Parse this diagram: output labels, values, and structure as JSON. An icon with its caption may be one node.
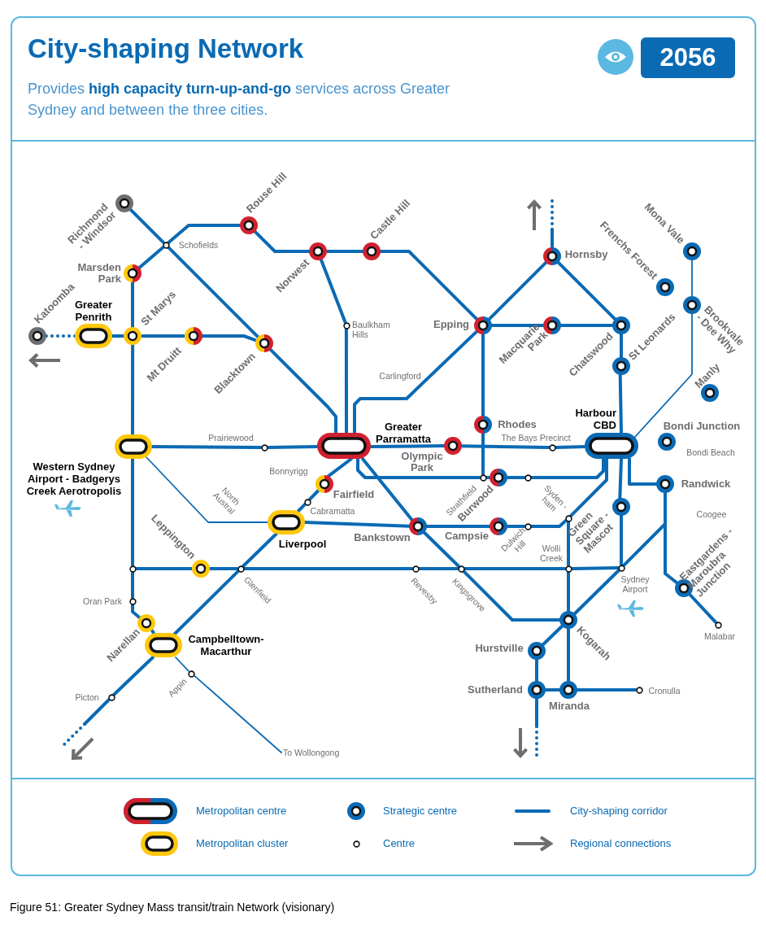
{
  "diagram": {
    "title": "City-shaping Network",
    "caption": "Figure 51: Greater Sydney Mass transit/train Network (visionary)",
    "nodes": [
      {
        "text": [
          "Richmond - Windsor"
        ]
      },
      {
        "text": [
          "Schofields"
        ]
      },
      {
        "text": [
          "Rouse Hill"
        ]
      },
      {
        "text": [
          "Norwest"
        ]
      },
      {
        "text": [
          "Castle Hill"
        ]
      },
      {
        "text": [
          "Marsden Park"
        ]
      },
      {
        "text": [
          "Katoomba"
        ]
      },
      {
        "text": [
          "Greater Penrith"
        ]
      },
      {
        "text": [
          "St Marys"
        ]
      },
      {
        "text": [
          "Mt Druitt"
        ]
      },
      {
        "text": [
          "Blacktown"
        ]
      },
      {
        "text": [
          "Baulkham Hills"
        ]
      },
      {
        "text": [
          "Hornsby"
        ]
      },
      {
        "text": [
          "Frenchs Forest"
        ]
      },
      {
        "text": [
          "Mona Vale"
        ]
      },
      {
        "text": [
          "Epping"
        ]
      },
      {
        "text": [
          "Macquarie Park"
        ]
      },
      {
        "text": [
          "Chatswood"
        ]
      },
      {
        "text": [
          "Brookvale - Dee Why"
        ]
      },
      {
        "text": [
          "St Leonards"
        ]
      },
      {
        "text": [
          "Manly"
        ]
      },
      {
        "text": [
          "Rhodes"
        ]
      },
      {
        "text": [
          "Harbour CBD"
        ]
      },
      {
        "text": [
          "Bondi Junction"
        ]
      },
      {
        "text": [
          "Greater Parramatta"
        ]
      },
      {
        "text": [
          "Western Sydney Airport - Badgerys Creek Aerotropolis"
        ]
      },
      {
        "text": [
          "Prairiewood"
        ]
      },
      {
        "text": [
          "Olympic Park"
        ]
      },
      {
        "text": [
          "The Bays Precinct"
        ]
      },
      {
        "text": [
          "Fairfield"
        ]
      },
      {
        "text": [
          "Cabramatta"
        ]
      },
      {
        "text": [
          "Strathfield"
        ]
      },
      {
        "text": [
          "Burwood"
        ]
      },
      {
        "text": [],
        "shape": "circle"
      },
      {
        "text": [
          "Randwick"
        ]
      },
      {
        "text": [
          "Liverpool"
        ]
      },
      {
        "text": [
          "Syden -ham"
        ]
      },
      {
        "text": [
          "Green Square - Mascot"
        ]
      },
      {
        "text": [
          "Bankstown"
        ]
      },
      {
        "text": [
          "Campsie"
        ]
      },
      {
        "text": [
          "Dulwich Hill"
        ]
      },
      {
        "text": [
          "Wolli Creek"
        ]
      },
      {
        "text": [],
        "shape": "circle"
      },
      {
        "text": [
          "Leppington"
        ]
      },
      {
        "text": [
          "Glenfield"
        ]
      },
      {
        "text": [
          "Revesby"
        ]
      },
      {
        "text": [
          "Kingsgrove"
        ]
      },
      {
        "text": [
          "Sydney Airport"
        ]
      },
      {
        "text": [
          "Eastgardens -Maroubra Junction"
        ]
      },
      {
        "text": [
          "Malabar"
        ]
      },
      {
        "text": [
          "Oran Park"
        ]
      },
      {
        "text": [
          "Narellan"
        ]
      },
      {
        "text": [
          "Kogarah"
        ]
      },
      {
        "text": [
          "Campbelltown- Macarthur"
        ]
      },
      {
        "text": [
          "Hurstville"
        ]
      },
      {
        "text": [
          "Appin"
        ]
      },
      {
        "text": [
          "Sutherland"
        ]
      },
      {
        "text": [
          "Miranda"
        ]
      },
      {
        "text": [
          "Cronulla"
        ]
      },
      {
        "text": [
          "Picton"
        ]
      },
      {
        "text": [
          "To Wollongong"
        ]
      }
    ],
    "edges": [
      {
        "from": 5,
        "to": 1,
        "arrow": "none"
      },
      {
        "from": 1,
        "to": 2,
        "arrow": "none"
      },
      {
        "from": 2,
        "to": 3,
        "arrow": "none"
      },
      {
        "from": 3,
        "to": 4,
        "arrow": "none"
      },
      {
        "from": 4,
        "to": 15,
        "arrow": "none"
      },
      {
        "from": 0,
        "to": 1,
        "arrow": "none"
      },
      {
        "from": 1,
        "to": 10,
        "arrow": "none"
      },
      {
        "from": 10,
        "to": 24,
        "arrow": "none"
      },
      {
        "from": 3,
        "to": 11,
        "arrow": "none"
      },
      {
        "from": 11,
        "to": 24,
        "arrow": "none"
      },
      {
        "from": 15,
        "to": 24,
        "arrow": "none"
      },
      {
        "from": 15,
        "to": 12,
        "arrow": "none"
      },
      {
        "from": 12,
        "to": 17,
        "arrow": "none"
      },
      {
        "from": 15,
        "to": 16,
        "arrow": "none"
      },
      {
        "from": 16,
        "to": 17,
        "arrow": "none"
      },
      {
        "from": 17,
        "to": 19,
        "arrow": "none"
      },
      {
        "from": 19,
        "to": 22,
        "arrow": "none"
      },
      {
        "from": 15,
        "to": 21,
        "arrow": "none"
      },
      {
        "from": 21,
        "to": 31,
        "arrow": "none"
      },
      {
        "from": 14,
        "to": 18,
        "arrow": "none"
      },
      {
        "from": 18,
        "to": 22,
        "arrow": "none"
      },
      {
        "from": 6,
        "to": 7,
        "arrow": "none",
        "style": "dashed"
      },
      {
        "from": 7,
        "to": 8,
        "arrow": "none"
      },
      {
        "from": 8,
        "to": 9,
        "arrow": "none"
      },
      {
        "from": 9,
        "to": 10,
        "arrow": "none"
      },
      {
        "from": 5,
        "to": 8,
        "arrow": "none"
      },
      {
        "from": 8,
        "to": 25,
        "arrow": "none"
      },
      {
        "from": 25,
        "to": 42,
        "arrow": "none"
      },
      {
        "from": 42,
        "to": 50,
        "arrow": "none"
      },
      {
        "from": 50,
        "to": 51,
        "arrow": "none"
      },
      {
        "from": 51,
        "to": 53,
        "arrow": "none"
      },
      {
        "from": 25,
        "to": 26,
        "arrow": "none"
      },
      {
        "from": 26,
        "to": 24,
        "arrow": "none"
      },
      {
        "from": 25,
        "to": 35,
        "arrow": "none"
      },
      {
        "from": 24,
        "to": 27,
        "arrow": "none"
      },
      {
        "from": 27,
        "to": 28,
        "arrow": "none"
      },
      {
        "from": 28,
        "to": 22,
        "arrow": "none"
      },
      {
        "from": 24,
        "to": 29,
        "arrow": "none"
      },
      {
        "from": 29,
        "to": 30,
        "arrow": "none"
      },
      {
        "from": 30,
        "to": 35,
        "arrow": "none"
      },
      {
        "from": 35,
        "to": 44,
        "arrow": "none"
      },
      {
        "from": 44,
        "to": 53,
        "arrow": "none"
      },
      {
        "from": 53,
        "to": 59,
        "arrow": "none"
      },
      {
        "from": 53,
        "to": 55,
        "arrow": "none"
      },
      {
        "from": 55,
        "to": 60,
        "arrow": "none"
      },
      {
        "from": 24,
        "to": 31,
        "arrow": "none"
      },
      {
        "from": 31,
        "to": 32,
        "arrow": "none"
      },
      {
        "from": 32,
        "to": 33,
        "arrow": "none"
      },
      {
        "from": 33,
        "to": 22,
        "arrow": "none"
      },
      {
        "from": 24,
        "to": 38,
        "arrow": "none"
      },
      {
        "from": 38,
        "to": 46,
        "arrow": "none"
      },
      {
        "from": 46,
        "to": 52,
        "arrow": "none"
      },
      {
        "from": 35,
        "to": 38,
        "arrow": "none"
      },
      {
        "from": 38,
        "to": 39,
        "arrow": "none"
      },
      {
        "from": 39,
        "to": 40,
        "arrow": "none"
      },
      {
        "from": 40,
        "to": 36,
        "arrow": "none"
      },
      {
        "from": 36,
        "to": 22,
        "arrow": "none"
      },
      {
        "from": 36,
        "to": 41,
        "arrow": "none"
      },
      {
        "from": 41,
        "to": 52,
        "arrow": "none"
      },
      {
        "from": 52,
        "to": 57,
        "arrow": "none"
      },
      {
        "from": 22,
        "to": 37,
        "arrow": "none"
      },
      {
        "from": 37,
        "to": 47,
        "arrow": "none"
      },
      {
        "from": 47,
        "to": 52,
        "arrow": "none"
      },
      {
        "from": 47,
        "to": 34,
        "arrow": "none"
      },
      {
        "from": 22,
        "to": 34,
        "arrow": "none"
      },
      {
        "from": 34,
        "to": 48,
        "arrow": "none"
      },
      {
        "from": 48,
        "to": 49,
        "arrow": "none"
      },
      {
        "from": 42,
        "to": 43,
        "arrow": "none"
      },
      {
        "from": 43,
        "to": 44,
        "arrow": "none"
      },
      {
        "from": 44,
        "to": 45,
        "arrow": "none"
      },
      {
        "from": 45,
        "to": 46,
        "arrow": "none"
      },
      {
        "from": 46,
        "to": 41,
        "arrow": "none"
      },
      {
        "from": 41,
        "to": 47,
        "arrow": "none"
      },
      {
        "from": 52,
        "to": 54,
        "arrow": "none"
      },
      {
        "from": 54,
        "to": 56,
        "arrow": "none"
      },
      {
        "from": 56,
        "to": 57,
        "arrow": "none"
      },
      {
        "from": 57,
        "to": 58,
        "arrow": "none"
      }
    ],
    "labels": [
      "Provides **high capacity turn-up-and-go** services across Greater Sydney and between the three cities.",
      "2056",
      "Carlingford",
      "Bondi Beach",
      "Bonnyrigg",
      "North Austral",
      "Coogee"
    ],
    "legend": [
      {
        "text": "Metropolitan centre"
      },
      {
        "text": "Strategic centre"
      },
      {
        "text": "City-shaping corridor"
      },
      {
        "text": "Metropolitan cluster"
      },
      {
        "text": "Centre"
      },
      {
        "text": "Regional connections"
      }
    ]
  }
}
